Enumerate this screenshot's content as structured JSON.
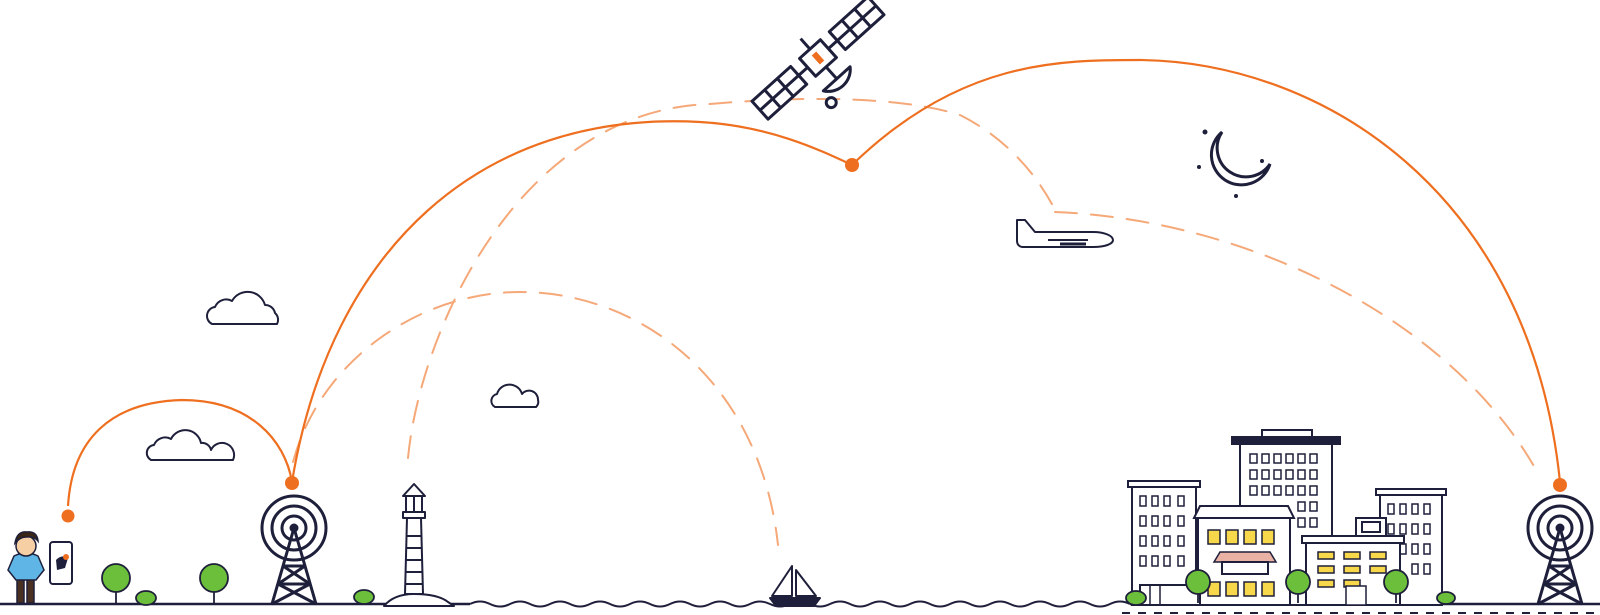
{
  "colors": {
    "navy": "#1e1f3a",
    "orange": "#ee6f1f",
    "orange_light": "#f5a878",
    "green": "#6cbf3a",
    "window_yellow": "#f7d84b",
    "window_pink": "#e9b2a4",
    "building_fill": "#ffffff"
  },
  "icons": [
    "person-icon",
    "smartphone-icon",
    "cell-tower-icon",
    "lighthouse-icon",
    "sailboat-icon",
    "satellite-icon",
    "airplane-icon",
    "moon-icon",
    "cloud-icon",
    "tree-icon",
    "city-buildings-icon"
  ],
  "links": {
    "solid": [
      "phone-to-tower",
      "tower-to-satellite",
      "satellite-to-far-tower"
    ],
    "dashed": [
      "tower-to-boat",
      "lighthouse-to-far-tower-via-airplane"
    ]
  }
}
